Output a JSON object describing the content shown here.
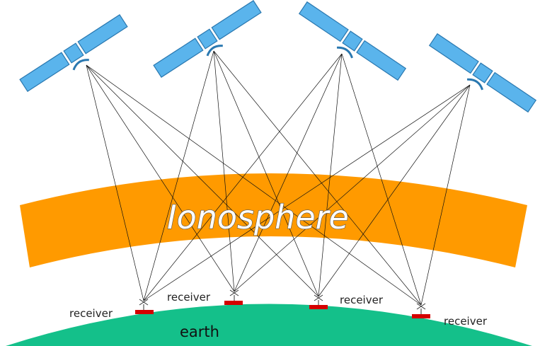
{
  "labels": {
    "ionosphere": "Ionosphere",
    "earth": "earth",
    "receivers": [
      "receiver",
      "receiver",
      "receiver",
      "receiver"
    ]
  },
  "colors": {
    "ionosphere": "#ff9a00",
    "earth": "#14c08a",
    "receiver_base": "#d40000",
    "satellite_panel": "#5ab4ec"
  },
  "icons": [
    "satellite-icon",
    "antenna-icon"
  ],
  "counts": {
    "satellites": 4,
    "receivers": 4
  }
}
